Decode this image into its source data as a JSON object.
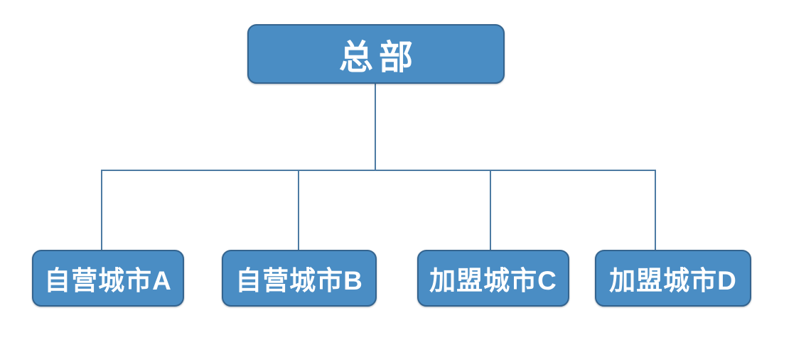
{
  "diagram": {
    "title": "organization-chart",
    "root": {
      "label": "总部"
    },
    "children": [
      {
        "label": "自营城市A"
      },
      {
        "label": "自营城市B"
      },
      {
        "label": "加盟城市C"
      },
      {
        "label": "加盟城市D"
      }
    ],
    "colors": {
      "box_fill": "#4a8dc4",
      "box_border": "#34648f",
      "connector": "#4d7ba3",
      "text": "#ffffff",
      "background": "#ffffff"
    }
  }
}
